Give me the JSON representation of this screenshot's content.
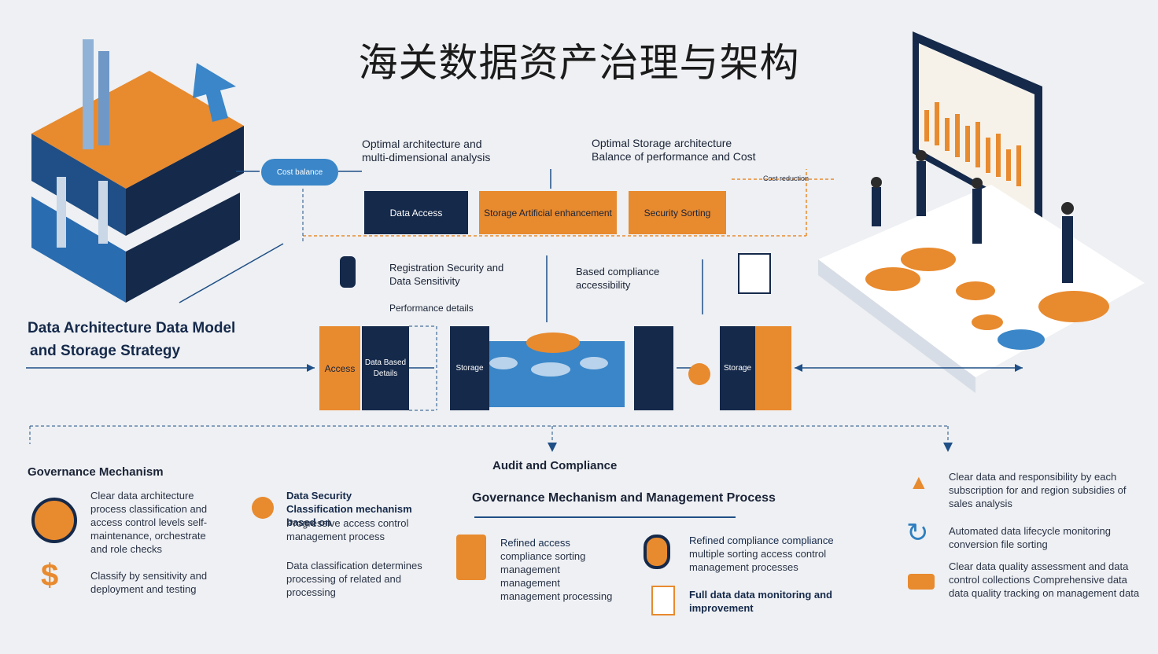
{
  "title": "海关数据资产治理与架构",
  "top_section": {
    "text_optimal_arch": "Optimal architecture and multi-dimensional analysis",
    "text_optimal_storage": "Optimal Storage architecture Balance of performance and Cost",
    "pill_label": "Cost balance",
    "small_top_right": "Cost reduction",
    "box_data_access": "Data Access",
    "box_storage": "Storage Artificial enhancement",
    "box_security": "Security Sorting",
    "text_security_level": "Registration Security and Data Sensitivity",
    "text_performance": "Performance details",
    "text_compliance": "Based compliance accessibility"
  },
  "left_heading": {
    "line1": "Data Architecture Data Model",
    "line2": "and Storage Strategy"
  },
  "middle_row": {
    "orange_left_label": "Access",
    "navy_left_label": "Data Based Details",
    "navy_mid_label": "Storage",
    "navy_right_label": "Storage"
  },
  "governance": {
    "heading": "Governance Mechanism",
    "item1": "Clear data architecture process classification and access control levels self-maintenance, orchestrate and role checks",
    "item2": "Classify by sensitivity and deployment and testing",
    "item3_title": "Data Security Classification mechanism based on",
    "item3_body": "Progressive access control management process",
    "item4": "Data classification determines processing of related and processing"
  },
  "audit": {
    "heading": "Audit and Compliance",
    "process_heading": "Governance Mechanism and Management Process",
    "item1_title": "Refined access",
    "item1_body": "compliance sorting management management management processing",
    "item2_title": "Refined compliance compliance",
    "item2_body": "multiple sorting access control management processes",
    "item3": "Full data data monitoring and improvement"
  },
  "right_column": {
    "item1": "Clear data and responsibility by each subscription for and region subsidies of sales analysis",
    "item2": "Automated data lifecycle monitoring conversion file sorting",
    "item3": "Clear data quality assessment and data control collections Comprehensive data data quality tracking on management data"
  },
  "colors": {
    "navy": "#15294a",
    "orange": "#e88a2e",
    "blue": "#3a86c8"
  }
}
